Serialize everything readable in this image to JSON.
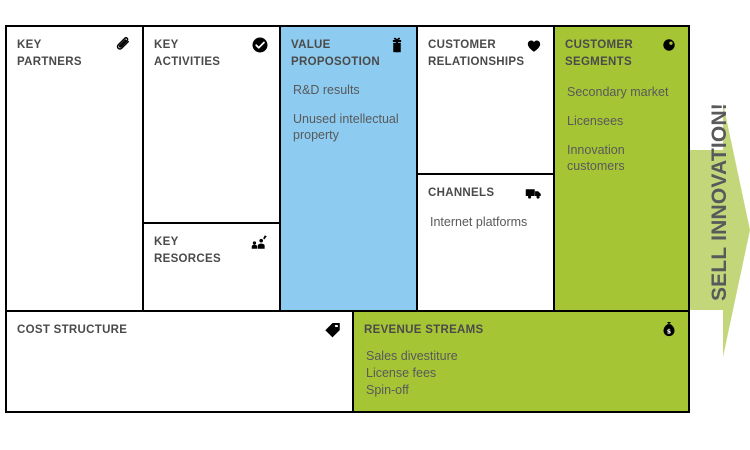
{
  "canvas": {
    "colors": {
      "blue": "#8DCCF0",
      "green": "#A6C535",
      "arrow_green": "#C3D77A",
      "text_gray": "#58595b",
      "title_gray": "#4a4a4a",
      "border": "#000000"
    },
    "blocks": [
      {
        "id": "key-partners",
        "title": "KEY PARTNERS",
        "icon": "paperclip-icon",
        "fill": "white",
        "items": []
      },
      {
        "id": "key-activities",
        "title": "KEY ACTIVITIES",
        "icon": "check-circle-icon",
        "fill": "white",
        "items": []
      },
      {
        "id": "key-resources",
        "title": "KEY RESORCES",
        "icon": "factory-worker-icon",
        "fill": "white",
        "items": []
      },
      {
        "id": "value-proposition",
        "title_line1": "VALUE",
        "title_line2": "PROPOSOTION",
        "title": "VALUE PROPOSOTION",
        "icon": "gift-icon",
        "fill": "blue",
        "items": [
          "R&D results",
          "Unused intellectual property"
        ]
      },
      {
        "id": "customer-relationships",
        "title_line1": "CUSTOMER",
        "title_line2": "RELATIONSHIPS",
        "title": "CUSTOMER RELATIONSHIPS",
        "icon": "heart-icon",
        "fill": "white",
        "items": []
      },
      {
        "id": "channels",
        "title": "CHANNELS",
        "icon": "truck-icon",
        "fill": "white",
        "items": [
          "Internet platforms"
        ]
      },
      {
        "id": "customer-segments",
        "title_line1": "CUSTOMER",
        "title_line2": "SEGMENTS",
        "title": "CUSTOMER SEGMENTS",
        "icon": "eye-icon",
        "fill": "green",
        "items": [
          "Secondary market",
          "Licensees",
          "Innovation customers"
        ]
      },
      {
        "id": "cost-structure",
        "title": "COST STRUCTURE",
        "icon": "price-tag-icon",
        "fill": "white",
        "items": []
      },
      {
        "id": "revenue-streams",
        "title": "REVENUE STREAMS",
        "icon": "money-bag-icon",
        "fill": "green",
        "items": [
          "Sales divestiture",
          "License fees",
          "Spin-off"
        ]
      }
    ]
  },
  "arrow": {
    "label": "SELL INNOVATION!",
    "direction": "right"
  }
}
